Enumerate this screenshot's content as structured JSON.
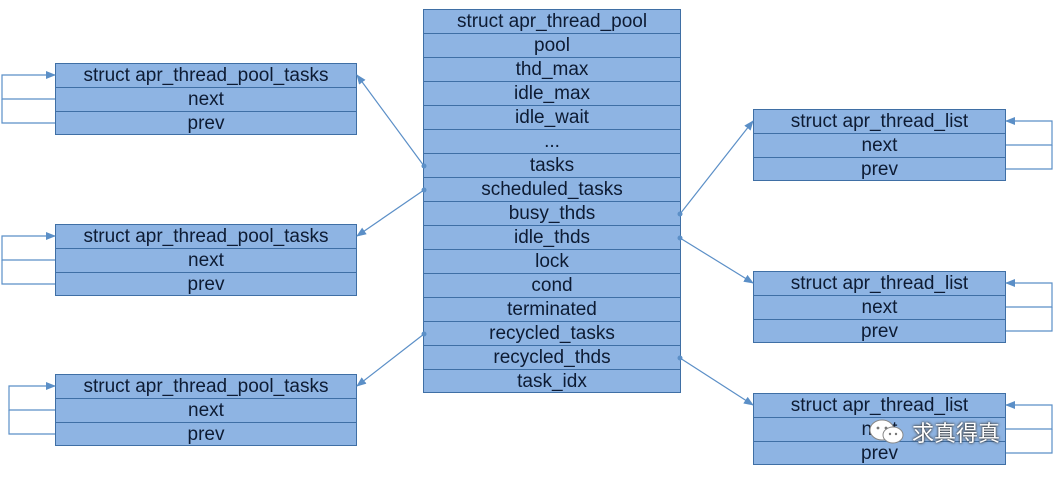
{
  "pool": {
    "rows": [
      "struct apr_thread_pool",
      "pool",
      "thd_max",
      "idle_max",
      "idle_wait",
      "...",
      "tasks",
      "scheduled_tasks",
      "busy_thds",
      "idle_thds",
      "lock",
      "cond",
      "terminated",
      "recycled_tasks",
      "recycled_thds",
      "task_idx"
    ]
  },
  "task_lists": [
    {
      "rows": [
        "struct apr_thread_pool_tasks",
        "next",
        "prev"
      ]
    },
    {
      "rows": [
        "struct apr_thread_pool_tasks",
        "next",
        "prev"
      ]
    },
    {
      "rows": [
        "struct apr_thread_pool_tasks",
        "next",
        "prev"
      ]
    }
  ],
  "thread_lists": [
    {
      "rows": [
        "struct apr_thread_list",
        "next",
        "prev"
      ]
    },
    {
      "rows": [
        "struct apr_thread_list",
        "next",
        "prev"
      ]
    },
    {
      "rows": [
        "struct apr_thread_list",
        "next",
        "prev"
      ]
    }
  ],
  "watermark": {
    "text": "求真得真",
    "icon": "wechat-icon"
  },
  "colors": {
    "box_fill": "#8eb4e3",
    "border": "#3f6fa5",
    "line": "#5b8fc7"
  }
}
